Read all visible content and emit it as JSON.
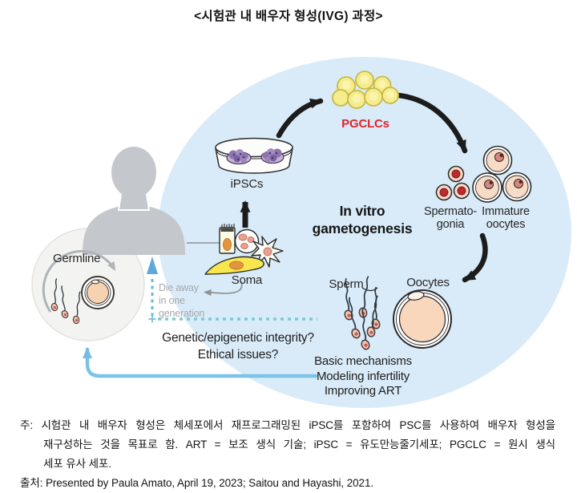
{
  "title": "<시험관 내 배우자 형성(IVG) 과정>",
  "diagram": {
    "labels": {
      "germline": "Germline",
      "soma": "Soma",
      "ipscs": "iPSCs",
      "pgclcs": "PGCLCs",
      "in_vitro": "In vitro\ngametogenesis",
      "spermatogonia": "Spermato-\ngonia",
      "immature_oocytes": "Immature\noocytes",
      "sperm": "Sperm",
      "oocytes": "Oocytes"
    },
    "annotations": {
      "die_away": "Die away\nin one\ngeneration",
      "questions": "Genetic/epigenetic integrity?\nEthical issues?",
      "outcomes": "Basic mechanisms\nModeling infertility\nImproving ART"
    },
    "colors": {
      "circle_bg": "#d9ebf8",
      "pgclc_text": "#e0242b",
      "pgclc_cell": "#f5ec8e",
      "black_arrow": "#1c1c1c",
      "feedback_blue": "#7cc1e8",
      "dashed_teal": "#7ccad6",
      "dashed_blue": "#68b7d9",
      "silhouette": "#c4c7cb",
      "muted_text": "#a4a8ad"
    }
  },
  "footer": {
    "note_lines": [
      "주: 시험관 내 배우자 형성은 체세포에서 재프로그래밍된 iPSC를 포함하여 PSC를 사용하여 배우자 형성을",
      "재구성하는 것을 목표로 함. ART = 보조 생식 기술; iPSC = 유도만능줄기세포; PGCLC = 원시 생식",
      "세포 유사 세포."
    ],
    "source": "출처: Presented by Paula Amato, April 19, 2023; Saitou and Hayashi, 2021."
  }
}
